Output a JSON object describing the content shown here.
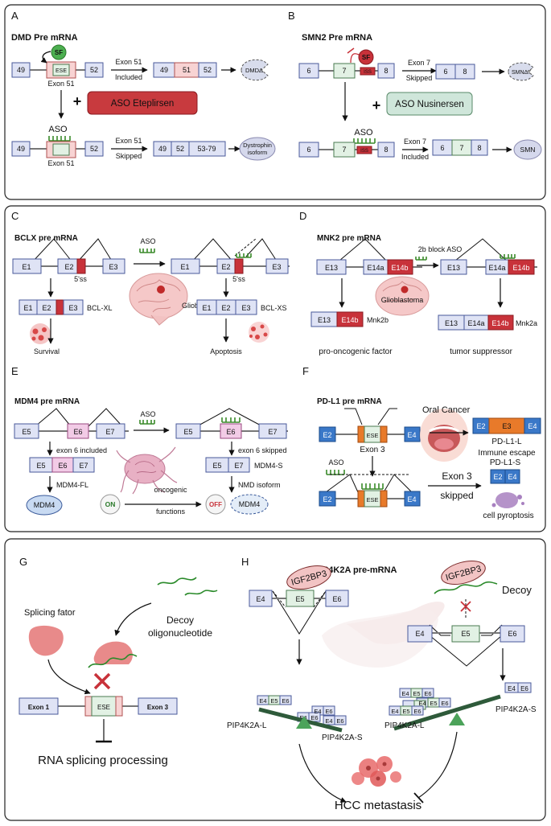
{
  "A": {
    "letter": "A",
    "title": "DMD Pre mRNA",
    "sf": "SF",
    "e49": "49",
    "ese": "ESE",
    "exon51": "Exon 51",
    "e52": "52",
    "arrow_top": "Exon  51",
    "included": "Included",
    "dmd_delta": "DMDΔ",
    "aso_drug": "ASO Eteplirsen",
    "plus": "+",
    "aso": "ASO",
    "arrow_bot": "Exon  51",
    "skipped": "Skipped",
    "e51": "51",
    "e5379": "53-79",
    "dys1": "Dystrophin",
    "dys2": "isoform"
  },
  "B": {
    "letter": "B",
    "title": "SMN2 Pre mRNA",
    "e6": "6",
    "e7": "7",
    "e8": "8",
    "sf": "SF",
    "iss": "ISS",
    "arrow_top": "Exon  7",
    "skipped": "Skipped",
    "smn_delta": "SMNΔ7",
    "aso_drug": "ASO Nusinersen",
    "plus": "+",
    "aso": "ASO",
    "arrow_bot": "Exon  7",
    "included": "Included",
    "smn": "SMN"
  },
  "C": {
    "letter": "C",
    "title": "BCLX pre mRNA",
    "e1": "E1",
    "e2": "E2",
    "e3": "E3",
    "ss": "5'ss",
    "aso": "ASO",
    "glioblastoma": "Glioblastoma",
    "bclxl": "BCL-XL",
    "bclxs": "BCL-XS",
    "survival": "Survival",
    "apoptosis": "Apoptosis"
  },
  "D": {
    "letter": "D",
    "title": "MNK2 pre mRNA",
    "e13": "E13",
    "e14a": "E14a",
    "e14b": "E14b",
    "aso": "2b block ASO",
    "glioblastoma": "Glioblastoma",
    "mnk2b": "Mnk2b",
    "mnk2a": "Mnk2a",
    "pro": "pro-oncogenic factor",
    "tumor": "tumor suppressor"
  },
  "E": {
    "letter": "E",
    "title": "MDM4 pre mRNA",
    "e5": "E5",
    "e6": "E6",
    "e7": "E7",
    "aso": "ASO",
    "incl": "exon 6 included",
    "skip": "exon 6 skipped",
    "fl": "MDM4-FL",
    "s": "MDM4-S",
    "nmd": "NMD isoform",
    "mdm4": "MDM4",
    "on": "ON",
    "off": "OFF",
    "onco": "oncogenic",
    "func": "functions"
  },
  "F": {
    "letter": "F",
    "title": "PD-L1 pre mRNA",
    "e2": "E2",
    "ese": "ESE",
    "e4": "E4",
    "exon3": "Exon  3",
    "e3": "E3",
    "oral": "Oral Cancer",
    "pdl1l": "PD-L1-L",
    "immune": "Immune escape",
    "aso": "ASO",
    "exon3b": "Exon  3",
    "skipped": "skipped",
    "pdl1s": "PD-L1-S",
    "pyro": "cell pyroptosis"
  },
  "G": {
    "letter": "G",
    "sf": "Splicing fator",
    "decoy1": "Decoy",
    "decoy2": "oligonucleotide",
    "exon1": "Exon 1",
    "ese": "ESE",
    "exon3": "Exon 3",
    "rna": "RNA splicing processing"
  },
  "H": {
    "letter": "H",
    "title": "PIP4K2A pre-mRNA",
    "igf": "IGF2BP3",
    "e4": "E4",
    "e5": "E5",
    "e6": "E6",
    "decoy": "Decoy",
    "l": "PIP4K2A-L",
    "s": "PIP4K2A-S",
    "hcc": "HCC metastasis"
  }
}
